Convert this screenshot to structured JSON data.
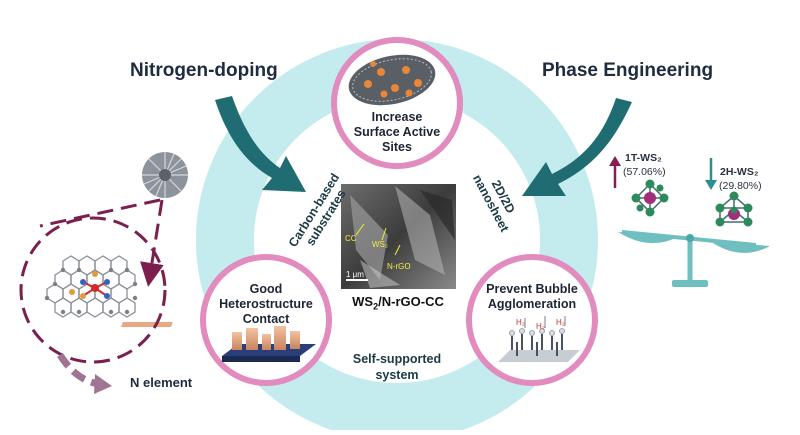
{
  "headings": {
    "left": "Nitrogen-doping",
    "right": "Phase Engineering"
  },
  "ring_labels": {
    "left": "Carbon-based substrates",
    "right": "2D/2D nanosheet",
    "bottom_line1": "Self-supported",
    "bottom_line2": "system"
  },
  "bubbles": {
    "top": "Increase Surface Active Sites",
    "bottom_left": "Good Heterostructure Contact",
    "bottom_right": "Prevent Bubble Agglomeration"
  },
  "center": {
    "caption_prefix": "WS",
    "caption_sub": "2",
    "caption_suffix": "/N-rGO-CC",
    "sem_labels": {
      "cc": "CC",
      "ws2": "WS₂",
      "nrgo": "N-rGO",
      "scale": "1 μm"
    }
  },
  "bubble_labels": {
    "h2_a": "H₂",
    "h2_b": "H₂",
    "h2_c": "H₂"
  },
  "n_element_label": "N element",
  "phase": {
    "t1_label": "1T-WS₂",
    "t1_value": "(57.06%)",
    "h2_label": "2H-WS₂",
    "h2_value": "(29.80%)"
  },
  "colors": {
    "ring": "#bfe9ec",
    "bubble_border": "#e18bbf",
    "arrow": "#1f6d72",
    "dashed": "#7b1f4f",
    "balance": "#6fbfc0",
    "up_arrow": "#8a1c53",
    "down_arrow": "#2c8f92"
  }
}
